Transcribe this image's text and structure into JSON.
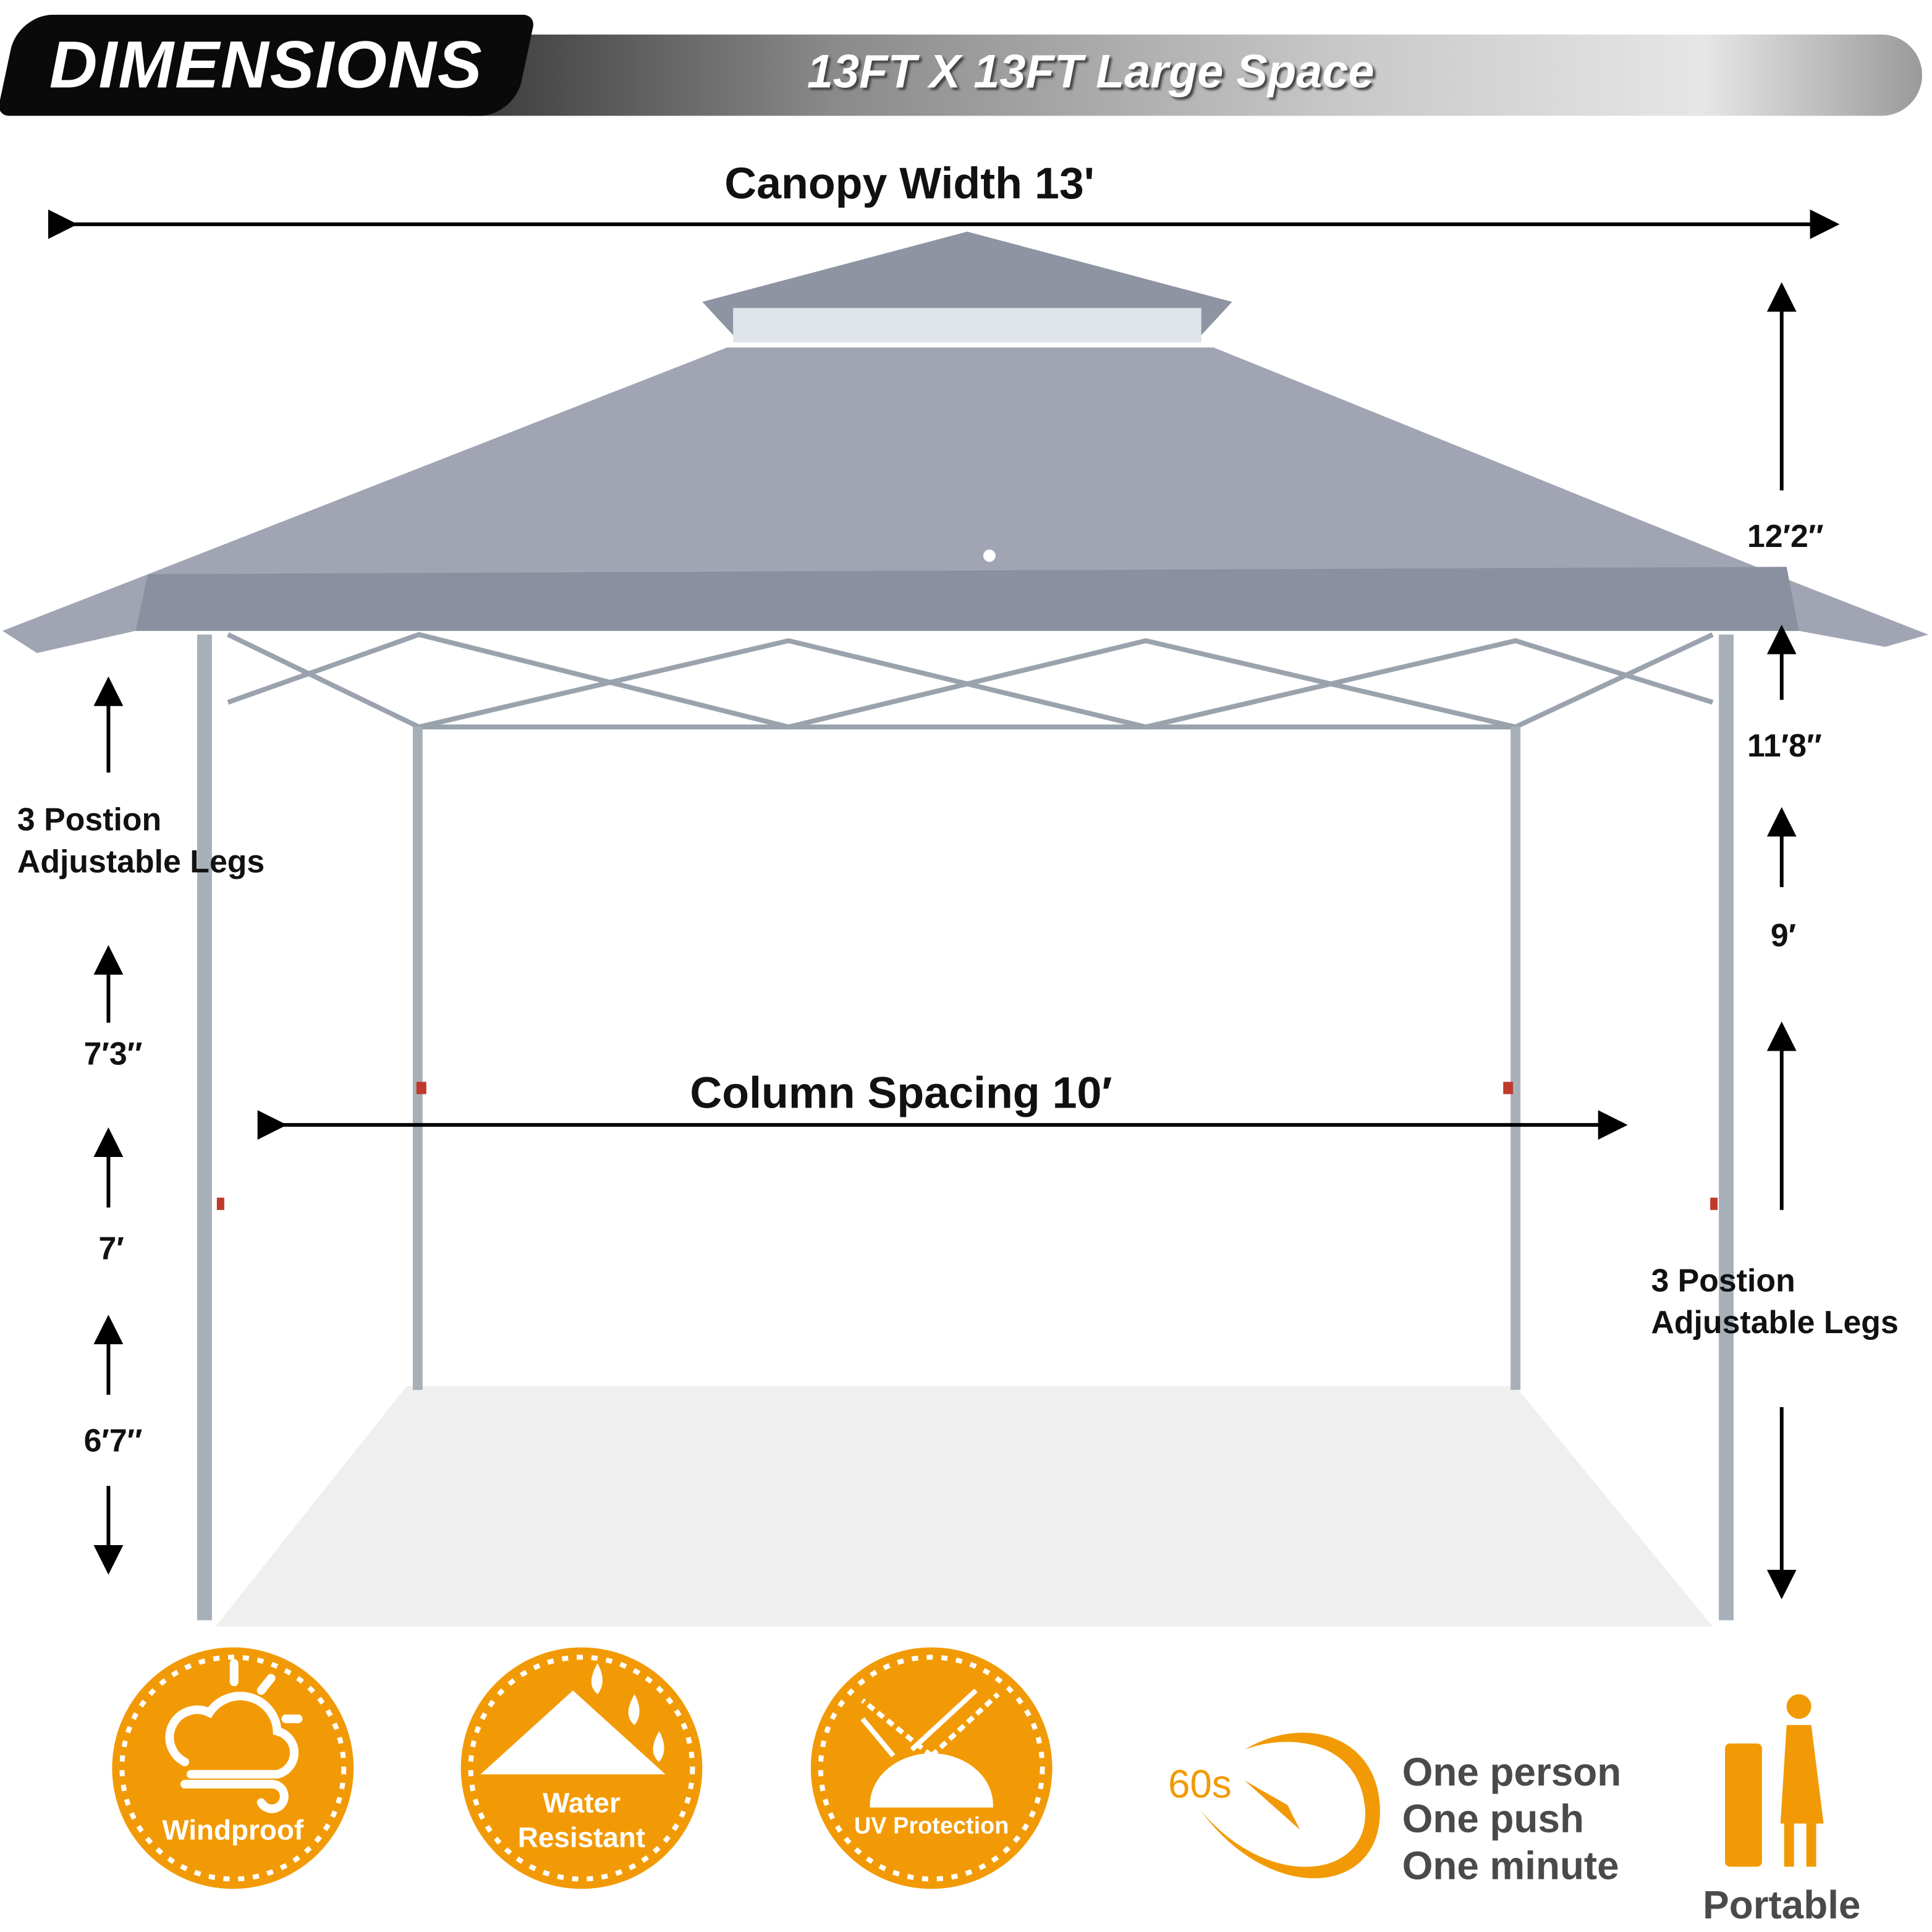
{
  "banner": {
    "title": "DIMENSIONS",
    "subtitle": "13FT  X 13FT  Large Space"
  },
  "dimensions": {
    "canopy_width": "Canopy Width 13'",
    "column_spacing": "Column Spacing 10′",
    "heights_right": [
      "12′2″",
      "11′8″",
      "9′"
    ],
    "heights_left": [
      "7′3″",
      "7′",
      "6′7″"
    ],
    "legs_label_left": [
      "3 Postion",
      "Adjustable Legs"
    ],
    "legs_label_right": [
      "3 Postion",
      "Adjustable Legs"
    ]
  },
  "features": [
    {
      "label": "Windproof",
      "icon": "windproof-icon"
    },
    {
      "label": "Water Resistant",
      "line1": "Water",
      "line2": "Resistant",
      "icon": "water-resistant-icon"
    },
    {
      "label": "UV Protection",
      "icon": "uv-protection-icon"
    }
  ],
  "setup": {
    "timer": "60s",
    "lines": [
      "One person",
      "One push",
      "One minute"
    ]
  },
  "portable": {
    "label": "Portable",
    "icon": "portable-icon"
  },
  "colors": {
    "accent": "#F29A05",
    "canopy": "#9A9FAE",
    "text_gray": "#4A4A4A"
  }
}
